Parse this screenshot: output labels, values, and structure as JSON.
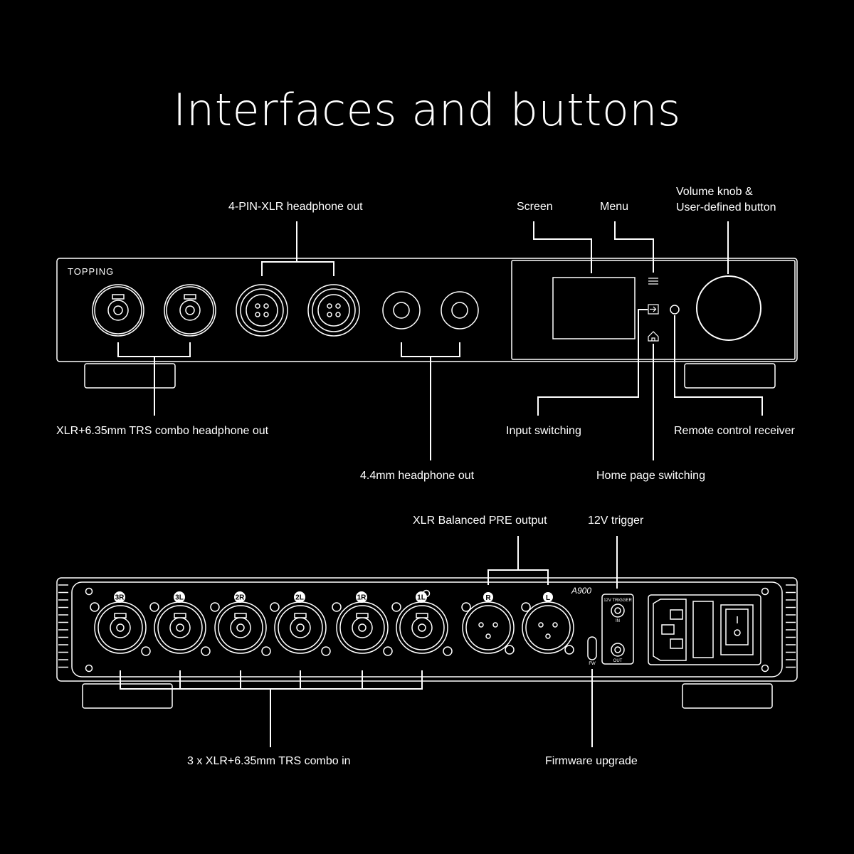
{
  "title": "Interfaces and buttons",
  "front": {
    "brand": "TOPPING",
    "labels": {
      "xlr4": "4-PIN-XLR headphone out",
      "screen": "Screen",
      "menu": "Menu",
      "volume": "Volume knob &\nUser-defined button",
      "combo_out": "XLR+6.35mm TRS combo headphone out",
      "input": "Input switching",
      "remote": "Remote control receiver",
      "mm44": "4.4mm headphone out",
      "home": "Home page switching"
    }
  },
  "rear": {
    "model": "A900",
    "channels": [
      "3R",
      "3L",
      "2R",
      "2L",
      "1R",
      "1L"
    ],
    "pre_channels": [
      "R",
      "L"
    ],
    "trigger_title": "12V TRIGGER",
    "trigger_in": "IN",
    "trigger_out": "OUT",
    "fw_label": "FW",
    "labels": {
      "pre": "XLR Balanced PRE output",
      "trigger": "12V trigger",
      "combo_in": "3 x XLR+6.35mm TRS combo in",
      "firmware": "Firmware upgrade"
    }
  }
}
